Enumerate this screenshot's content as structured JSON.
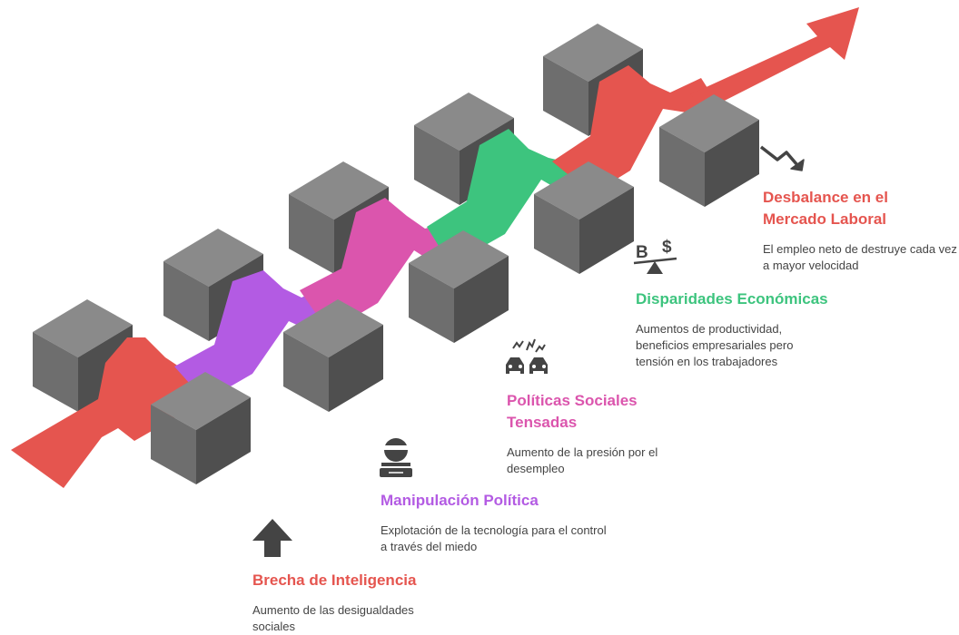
{
  "colors": {
    "red": "#E5554F",
    "purple": "#B35BE3",
    "pink": "#DB55AD",
    "green": "#3DC47E",
    "block_top": "#8A8A8A",
    "block_front": "#6E6E6E",
    "block_side": "#555555",
    "icon": "#444444"
  },
  "steps": [
    {
      "title": "Brecha de Inteligencia",
      "description": "Aumento de las desigualdades sociales",
      "color": "#E5554F",
      "icon": "arrow-up-icon"
    },
    {
      "title": "Manipulación Política",
      "description": "Explotación de la tecnología para el control a través del miedo",
      "color": "#B35BE3",
      "icon": "masked-figure-icon"
    },
    {
      "title": "Políticas Sociales Tensadas",
      "description": "Aumento de la presión por el desempleo",
      "color": "#DB55AD",
      "icon": "car-crash-icon"
    },
    {
      "title": "Disparidades Económicas",
      "description": "Aumentos de productividad, beneficios empresariales pero tensión en los trabajadores",
      "color": "#3DC47E",
      "icon": "balance-scale-icon"
    },
    {
      "title": "Desbalance en el Mercado Laboral",
      "description": "El empleo neto de destruye cada vez a mayor velocidad",
      "color": "#E5554F",
      "icon": "trend-down-icon"
    }
  ]
}
